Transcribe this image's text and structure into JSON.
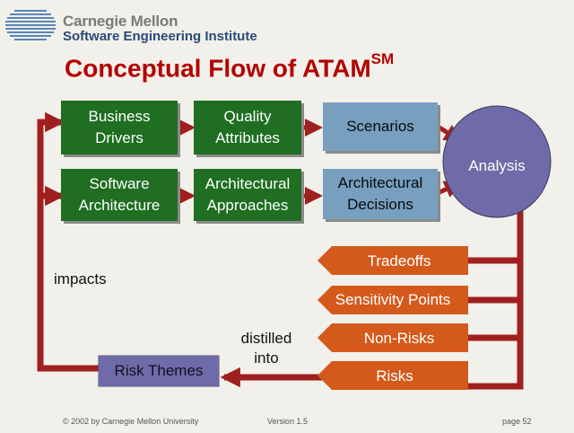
{
  "header": {
    "brand_line1": "Carnegie Mellon",
    "brand_line2": "Software Engineering Institute",
    "title": "Conceptual Flow of ATAM",
    "title_superscript": "SM"
  },
  "diagram": {
    "inputs": [
      {
        "label": "Business\nDrivers"
      },
      {
        "label": "Quality\nAttributes"
      },
      {
        "label": "Scenarios"
      },
      {
        "label": "Software\nArchitecture"
      },
      {
        "label": "Architectural\nApproaches"
      },
      {
        "label": "Architectural\nDecisions"
      }
    ],
    "analysis": "Analysis",
    "outputs": [
      {
        "label": "Tradeoffs"
      },
      {
        "label": "Sensitivity Points"
      },
      {
        "label": "Non-Risks"
      },
      {
        "label": "Risks"
      }
    ],
    "impacts_label": "impacts",
    "distilled_label": "distilled\ninto",
    "risk_themes": "Risk Themes"
  },
  "footer": {
    "copyright": "© 2002 by Carnegie Mellon University",
    "version": "Version 1.5",
    "page": "page 52"
  },
  "colors": {
    "title": "#b40000",
    "green_box": "#1f6e22",
    "blue_box": "#77a0c0",
    "orange_arrow": "#d45a1c",
    "maroon_arrow": "#a02020",
    "analysis_circle": "#6e6ba8"
  }
}
